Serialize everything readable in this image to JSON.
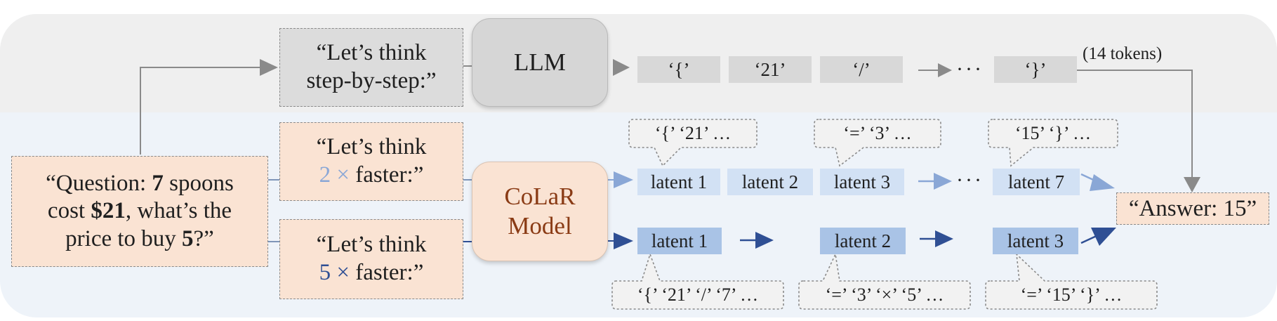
{
  "prompts": {
    "cot": [
      "“Let’s think",
      "step-by-step:”"
    ],
    "fast2": {
      "line1": "“Let’s think",
      "factor": "2 ×",
      "rest": " faster:”"
    },
    "fast5": {
      "line1": "“Let’s think",
      "factor": "5 ×",
      "rest": " faster:”"
    }
  },
  "question": {
    "parts": [
      "“Question: ",
      "7",
      " spoons",
      "cost ",
      "$21",
      ", what’s the",
      "price to buy ",
      "5",
      "?”"
    ]
  },
  "models": {
    "llm": "LLM",
    "colar": [
      "CoLaR",
      "Model"
    ]
  },
  "llm_tokens": [
    "‘{’",
    "‘21’",
    "‘/’",
    "‘}’"
  ],
  "token_ellipsis": "···",
  "token_count_note": "(14 tokens)",
  "latents_2x": [
    "latent 1",
    "latent 2",
    "latent 3",
    "latent 7"
  ],
  "latents_5x": [
    "latent 1",
    "latent 2",
    "latent 3"
  ],
  "bubbles_top": [
    "‘{’ ‘21’ …",
    "‘=’ ‘3’ …",
    "‘15’ ‘}’ …"
  ],
  "bubbles_bottom": [
    "‘{’ ‘21’ ‘/’ ‘7’ …",
    "‘=’ ‘3’ ‘×’ ‘5’ …",
    "‘=’ ‘15’ ‘}’ …"
  ],
  "answer": "“Answer: 15”",
  "colors": {
    "llm_region": "#efefef",
    "colar_region": "#eef3f9",
    "peach": "#fae3d3",
    "latent_light": "#d2e1f4",
    "latent_dark": "#a9c3e6",
    "arrow_light": "#8aa7d6",
    "arrow_dark": "#2f4f94",
    "arrow_gray": "#8a8a8a",
    "colar_text": "#8a3b15"
  }
}
